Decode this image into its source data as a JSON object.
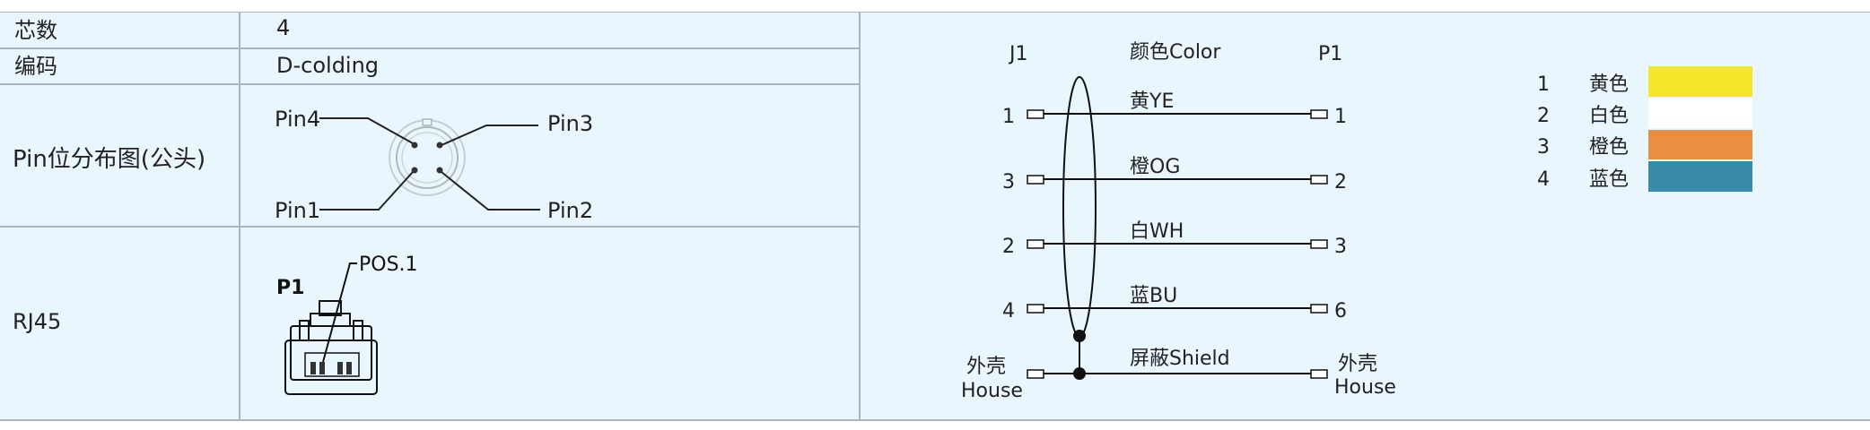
{
  "spec_table": {
    "rows": [
      {
        "label": "芯数",
        "value": "4"
      },
      {
        "label": "编码",
        "value": "D-colding"
      },
      {
        "label": "Pin位分布图(公头)",
        "value": ""
      },
      {
        "label": "RJ45",
        "value": ""
      }
    ],
    "pin_labels": {
      "pin1": "Pin1",
      "pin2": "Pin2",
      "pin3": "Pin3",
      "pin4": "Pin4"
    },
    "rj45": {
      "connector_label": "P1",
      "position_label": "POS.1"
    }
  },
  "wiring": {
    "left_header": "J1",
    "middle_header": "颜色Color",
    "right_header": "P1",
    "wires": [
      {
        "j1_pin": "1",
        "color_label": "黄YE",
        "p1_pin": "1"
      },
      {
        "j1_pin": "3",
        "color_label": "橙OG",
        "p1_pin": "2"
      },
      {
        "j1_pin": "2",
        "color_label": "白WH",
        "p1_pin": "3"
      },
      {
        "j1_pin": "4",
        "color_label": "蓝BU",
        "p1_pin": "6"
      }
    ],
    "shield": {
      "label": "屏蔽Shield",
      "left_cn": "外壳",
      "left_en": "House",
      "right_cn": "外壳",
      "right_en": "House"
    }
  },
  "color_legend": [
    {
      "number": "1",
      "name": "黄色",
      "color": "#f5e629"
    },
    {
      "number": "2",
      "name": "白色",
      "color": "#ffffff"
    },
    {
      "number": "3",
      "name": "橙色",
      "color": "#ea8f3f"
    },
    {
      "number": "4",
      "name": "蓝色",
      "color": "#3b8aac"
    }
  ]
}
